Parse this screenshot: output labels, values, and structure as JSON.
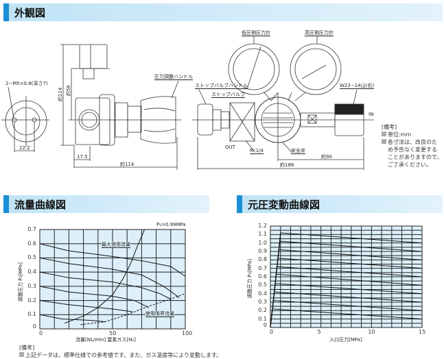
{
  "sections": {
    "exterior": "外観図",
    "flow": "流量曲線図",
    "supply": "元圧変動曲線図"
  },
  "drawing": {
    "screw": "2−M5×0.8(深さ7)",
    "dim_222": "22.2",
    "dim_114v": "約114",
    "dim_56": "約56",
    "dim_175": "17.5",
    "dim_114h": "約114",
    "pressure_handle": "圧力調整ハンドル",
    "stop_handle": "ストップバルブハンドル",
    "stop_valve": "ストップバルブ",
    "low_gauge": "低圧側圧力計",
    "high_gauge": "高圧側圧力計",
    "inlet_thread": "W22−14山(右)",
    "in": "IN",
    "out": "OUT",
    "rc": "Rc1/4",
    "safety": "安全弁",
    "dim_90": "約90",
    "dim_188": "約188"
  },
  "notes": {
    "title": "[備考]",
    "unit": "単位:mm",
    "l1": "各寸法は、改良のた",
    "l2": "め予告なく変更する",
    "l3": "ことがありますので、",
    "l4": "ご了承ください。"
  },
  "flow_notes": {
    "title": "[備考]",
    "text": "上記データは、標準仕様での参考値です。また、ガス温度等により変動します。"
  },
  "chart_data": [
    {
      "type": "line",
      "title": "流量曲線図",
      "annotation": "P₁=0.99MPa",
      "xlabel": "流量[NL/min]  窒素ガス[N₂]",
      "ylabel": "調整圧力 P₂[MPa]",
      "xlim": [
        0,
        100
      ],
      "ylim": [
        0,
        0.7
      ],
      "xticks": [
        "0",
        "50",
        "100"
      ],
      "yticks": [
        "0",
        "0.1",
        "0.2",
        "0.3",
        "0.4",
        "0.5",
        "0.6",
        "0.7"
      ],
      "labels": {
        "max": "最大使用流量",
        "limit": "使用限界流量"
      },
      "series": [
        {
          "name": "0.6",
          "points": [
            [
              0,
              0.6
            ],
            [
              20,
              0.55
            ],
            [
              50,
              0.51
            ],
            [
              70,
              0.48
            ],
            [
              90,
              0.44
            ],
            [
              100,
              0.37
            ]
          ]
        },
        {
          "name": "0.5",
          "points": [
            [
              0,
              0.5
            ],
            [
              20,
              0.46
            ],
            [
              50,
              0.42
            ],
            [
              70,
              0.38
            ],
            [
              85,
              0.3
            ],
            [
              96,
              0.22
            ]
          ]
        },
        {
          "name": "0.4",
          "points": [
            [
              0,
              0.4
            ],
            [
              20,
              0.36
            ],
            [
              50,
              0.33
            ],
            [
              70,
              0.29
            ],
            [
              82,
              0.25
            ],
            [
              90,
              0.21
            ]
          ]
        },
        {
          "name": "0.3",
          "points": [
            [
              0,
              0.3
            ],
            [
              20,
              0.26
            ],
            [
              50,
              0.23
            ],
            [
              65,
              0.2
            ],
            [
              75,
              0.15
            ]
          ]
        },
        {
          "name": "0.2",
          "points": [
            [
              0,
              0.2
            ],
            [
              20,
              0.17
            ],
            [
              50,
              0.14
            ],
            [
              64,
              0.12
            ]
          ]
        },
        {
          "name": "0.1",
          "points": [
            [
              0,
              0.1
            ],
            [
              15,
              0.07
            ],
            [
              35,
              0.06
            ],
            [
              45,
              0.05
            ]
          ]
        },
        {
          "name": "最大使用流量",
          "points": [
            [
              17,
              0.04
            ],
            [
              30,
              0.09
            ],
            [
              40,
              0.15
            ],
            [
              50,
              0.24
            ],
            [
              57,
              0.35
            ],
            [
              62,
              0.45
            ],
            [
              67,
              0.58
            ],
            [
              72,
              0.7
            ]
          ]
        },
        {
          "name": "使用限界流量",
          "dashed": true,
          "points": [
            [
              28,
              0.03
            ],
            [
              45,
              0.05
            ],
            [
              60,
              0.1
            ],
            [
              75,
              0.16
            ],
            [
              90,
              0.21
            ],
            [
              100,
              0.25
            ]
          ]
        }
      ]
    },
    {
      "type": "line",
      "title": "元圧変動曲線図",
      "xlabel": "入口圧力[MPa]",
      "ylabel": "調整圧力 P₂[MPa]",
      "xlim": [
        0,
        15
      ],
      "ylim": [
        0,
        1.2
      ],
      "xticks": [
        "0",
        "5",
        "10",
        "15"
      ],
      "yticks": [
        "0",
        "0.1",
        "0.2",
        "0.3",
        "0.4",
        "0.5",
        "0.6",
        "0.7",
        "0.8",
        "0.9",
        "1.0",
        "1.1",
        "1.2"
      ],
      "series": [
        {
          "name": "1.1",
          "points": [
            [
              0,
              0
            ],
            [
              1,
              1.12
            ],
            [
              15,
              1.0
            ]
          ]
        },
        {
          "name": "1.0",
          "points": [
            [
              0,
              0
            ],
            [
              0.95,
              1.02
            ],
            [
              15,
              0.9
            ]
          ]
        },
        {
          "name": "0.9",
          "points": [
            [
              0,
              0
            ],
            [
              0.85,
              0.92
            ],
            [
              15,
              0.8
            ]
          ]
        },
        {
          "name": "0.8",
          "points": [
            [
              0,
              0
            ],
            [
              0.75,
              0.82
            ],
            [
              15,
              0.7
            ]
          ]
        },
        {
          "name": "0.7",
          "points": [
            [
              0,
              0
            ],
            [
              0.65,
              0.72
            ],
            [
              15,
              0.6
            ]
          ]
        },
        {
          "name": "0.6",
          "points": [
            [
              0,
              0
            ],
            [
              0.6,
              0.63
            ],
            [
              15,
              0.5
            ]
          ]
        },
        {
          "name": "0.5",
          "points": [
            [
              0,
              0
            ],
            [
              0.5,
              0.52
            ],
            [
              15,
              0.4
            ]
          ]
        },
        {
          "name": "0.4",
          "points": [
            [
              0,
              0
            ],
            [
              0.4,
              0.42
            ],
            [
              15,
              0.3
            ]
          ]
        },
        {
          "name": "0.3",
          "points": [
            [
              0,
              0
            ],
            [
              0.3,
              0.32
            ],
            [
              15,
              0.2
            ]
          ]
        },
        {
          "name": "0.2",
          "points": [
            [
              0,
              0
            ],
            [
              0.2,
              0.22
            ],
            [
              15,
              0.1
            ]
          ]
        }
      ]
    }
  ]
}
